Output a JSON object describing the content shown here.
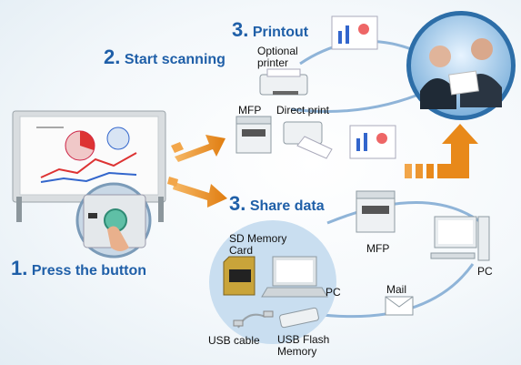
{
  "steps": {
    "press": {
      "number": "1.",
      "text": "Press the button"
    },
    "scan": {
      "number": "2.",
      "text": "Start scanning"
    },
    "print": {
      "number": "3.",
      "text": "Printout"
    },
    "share": {
      "number": "3.",
      "text": "Share data"
    }
  },
  "labels": {
    "optional_printer_1": "Optional",
    "optional_printer_2": "printer",
    "mfp_print": "MFP",
    "direct_print": "Direct print",
    "sd_card_1": "SD Memory",
    "sd_card_2": "Card",
    "pc_local": "PC",
    "usb_cable": "USB cable",
    "usb_flash_1": "USB Flash",
    "usb_flash_2": "Memory",
    "mfp_share": "MFP",
    "mail": "Mail",
    "pc_network": "PC"
  },
  "colors": {
    "step_blue": "#1f5fa8",
    "arrow_orange": "#e8891a",
    "network_line": "#8fb4d8",
    "local_bubble": "#c9def0"
  },
  "icons": [
    "whiteboard-icon",
    "button-panel-icon",
    "printer-icon",
    "mfp-icon",
    "document-icon",
    "people-photo-icon",
    "sd-card-icon",
    "laptop-icon",
    "usb-cable-icon",
    "usb-flash-icon",
    "mail-icon",
    "desktop-pc-icon"
  ]
}
